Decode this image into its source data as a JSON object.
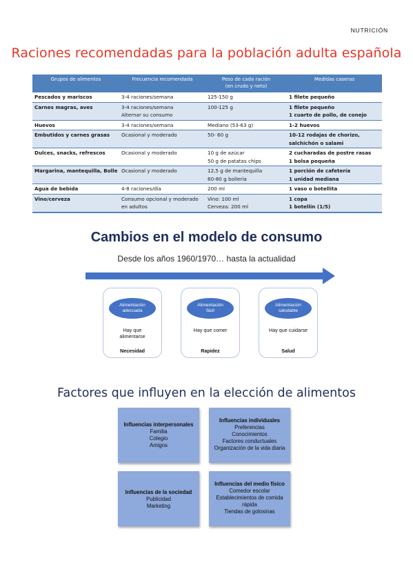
{
  "header": {
    "tag": "NUTRICIÓN"
  },
  "section1": {
    "title": "Raciones recomendadas para la población adulta española",
    "columns": [
      "Grupos de alimentos",
      "Frecuencia recomendada",
      "Peso de cada ración\n(en crudo y neto)",
      "Medidas caseras"
    ],
    "rows": [
      {
        "group": "Pescados y mariscos",
        "freq": [
          "3-4 raciones/semana"
        ],
        "weight": [
          "125-150 g"
        ],
        "measure": [
          "1 filete pequeño"
        ]
      },
      {
        "group": "Carnes magras, aves",
        "freq": [
          "3-4 raciones/semana",
          "Alternar su consumo"
        ],
        "weight": [
          "100-125 g"
        ],
        "measure": [
          "1 filete pequeño",
          "1 cuarto de pollo, de conejo"
        ]
      },
      {
        "group": "Huevos",
        "freq": [
          "3-4 raciones/semana"
        ],
        "weight": [
          "Mediano (53-63 g)"
        ],
        "measure": [
          "1-2 huevos"
        ]
      },
      {
        "group": "Embutidos y carnes grasas",
        "freq": [
          "Ocasional y moderado"
        ],
        "weight": [
          "50- 60 g"
        ],
        "measure": [
          "10-12 rodajas de chorizo,",
          "salchichón o salami"
        ]
      },
      {
        "group": "Dulces, snacks, refrescos",
        "freq": [
          "Ocasional y moderado"
        ],
        "weight": [
          "10 g de azúcar",
          "50 g de patatas chips"
        ],
        "measure": [
          "2 cucharadas de postre rasas",
          "1 bolsa pequeña"
        ]
      },
      {
        "group": "Margarina, mantequilla, Bollería",
        "freq": [
          "Ocasional y moderado"
        ],
        "weight": [
          "12,5 g de mantequilla",
          "60-80 g bollería"
        ],
        "measure": [
          "1 porción de cafetería",
          "1 unidad mediana"
        ]
      },
      {
        "group": "Agua de bebida",
        "freq": [
          "4-8 raciones/día"
        ],
        "weight": [
          "200 ml"
        ],
        "measure": [
          "1 vaso o botellita"
        ]
      },
      {
        "group": "Vino/cerveza",
        "freq": [
          "Consumo opcional y moderado",
          "en adultos"
        ],
        "weight": [
          "Vino: 100 ml",
          "Cerveza: 200 ml"
        ],
        "measure": [
          "1 copa",
          "1 botellín (1/5)"
        ]
      }
    ]
  },
  "section2": {
    "title": "Cambios en el modelo de consumo",
    "subtitle": "Desde los años 1960/1970… hasta la actualidad",
    "cards": [
      {
        "oval": [
          "Alimentación",
          "adecuada"
        ],
        "desc": [
          "Hay que",
          "alimentarse"
        ],
        "keyword": "Necesidad"
      },
      {
        "oval": [
          "Alimentación",
          "fácil"
        ],
        "desc": [
          "Hay que comer"
        ],
        "keyword": "Rapidez"
      },
      {
        "oval": [
          "Alimentación",
          "saludable"
        ],
        "desc": [
          "Hay que cuidarse"
        ],
        "keyword": "Salud"
      }
    ],
    "arrow_color": "#4472c4"
  },
  "section3": {
    "title": "Factores que influyen en la elección de alimentos",
    "boxes": [
      {
        "heading": "Influencias interpersonales",
        "items": [
          "Familia",
          "Colegio",
          "Amigos"
        ]
      },
      {
        "heading": "Influencias individuales",
        "items": [
          "Preferencias",
          "Conocimientos",
          "Factores conductuales",
          "Organización de la vida diaria"
        ]
      },
      {
        "heading": "Influencias de la sociedad",
        "items": [
          "Publicidad",
          "Marketing"
        ]
      },
      {
        "heading": "Influencias del medio físico",
        "items": [
          "Comedor escolar",
          "Establecimientos de comida",
          "rápida",
          "Tiendas de golosinas"
        ]
      }
    ]
  },
  "colors": {
    "title_red": "#e53626",
    "table_header": "#4f81bd",
    "table_alt": "#dbe5f1",
    "oval_blue": "#4472c4",
    "box_blue": "#8ea9db",
    "navy": "#1f2e5a"
  }
}
